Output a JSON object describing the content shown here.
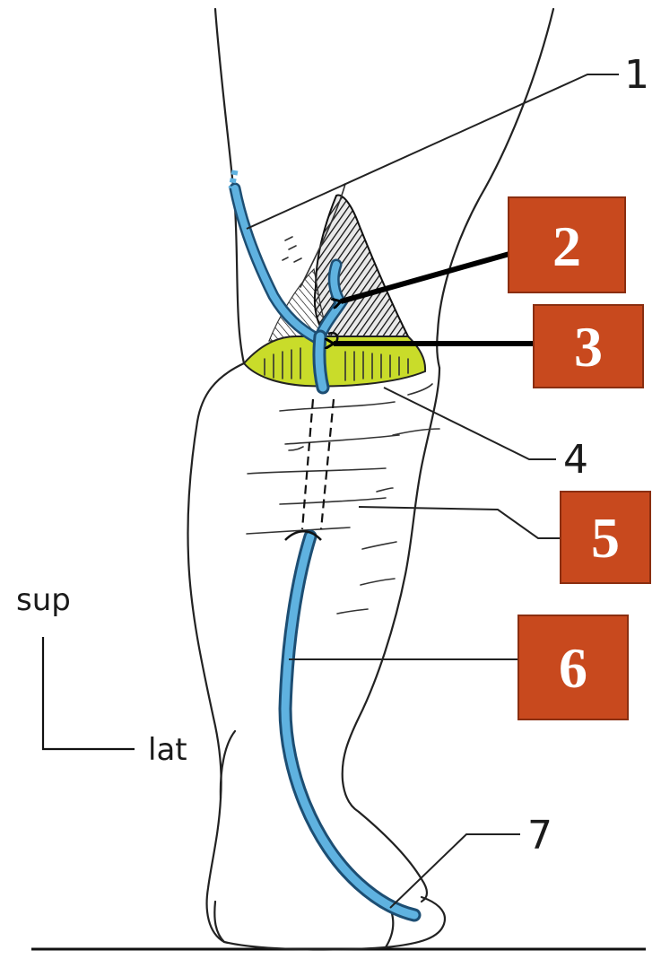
{
  "labels": {
    "l1": "1",
    "l2": "2",
    "l3": "3",
    "l4": "4",
    "l5": "5",
    "l6": "6",
    "l7": "7"
  },
  "axes": {
    "sup": "sup",
    "lat": "lat"
  },
  "colors": {
    "vein": "#5fb2e0",
    "vein_edge": "#1d4e73",
    "fascia": "#c9dc2a",
    "box": "#c8491e",
    "box_border": "#8a2e10"
  }
}
